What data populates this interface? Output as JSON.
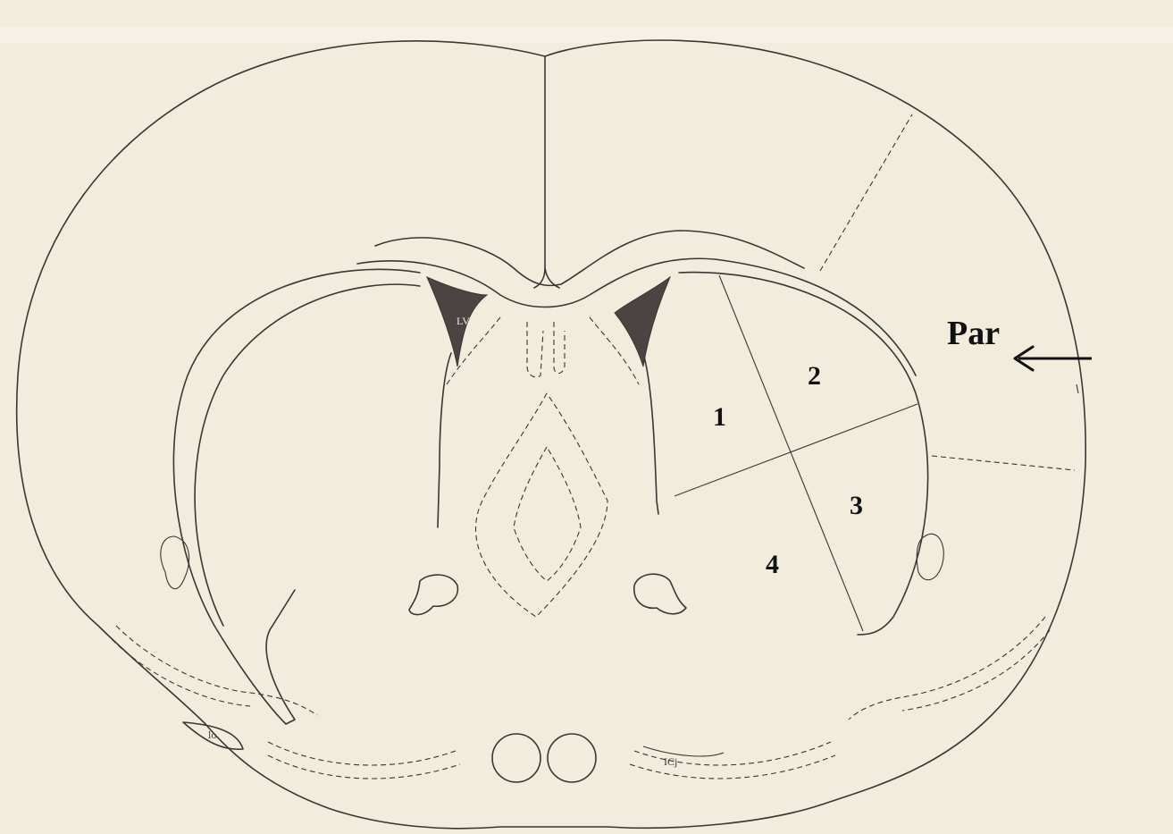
{
  "labels": {
    "ventricle": "LV",
    "left_bottom": "lo",
    "right_bottom": "ICj",
    "parietal": "Par",
    "regions": [
      "1",
      "2",
      "3",
      "4"
    ]
  },
  "icons": {
    "arrow": "arrow-left-icon"
  },
  "colors": {
    "paper": "#f2ecdc",
    "ink": "#3a3634",
    "ventricle_fill": "#4a4442",
    "label_text": "#111111"
  }
}
